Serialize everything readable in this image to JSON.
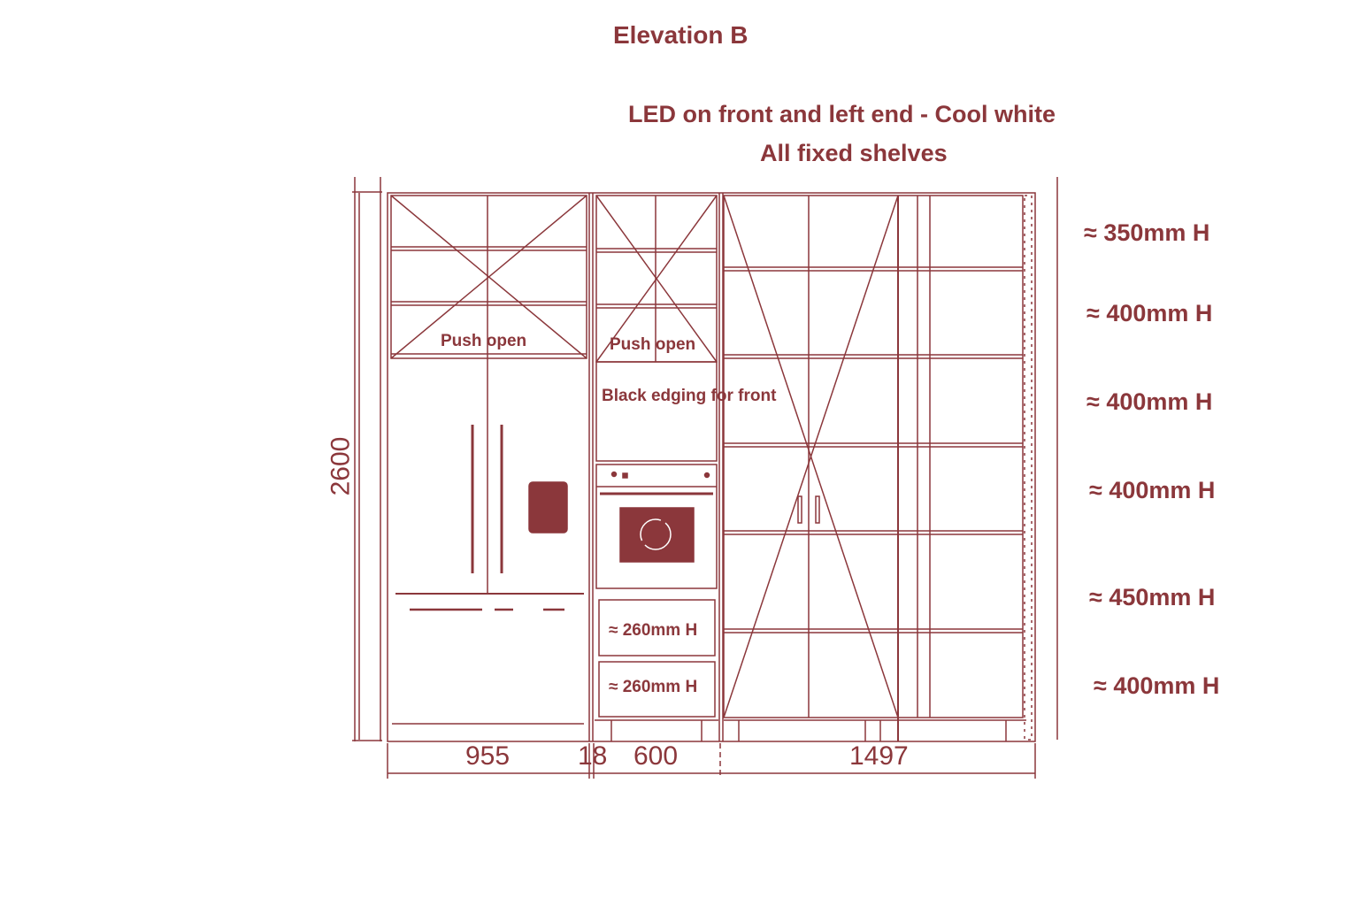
{
  "title": "Elevation B",
  "notes": [
    "LED on front and left end - Cool white",
    "All fixed shelves"
  ],
  "labels": {
    "push_open_left": "Push open",
    "push_open_middle": "Push open",
    "black_edging": "Black edging for front",
    "drawer_1": "≈ 260mm H",
    "drawer_2": "≈ 260mm H"
  },
  "shelf_heights": [
    "≈ 350mm H",
    "≈ 400mm H",
    "≈ 400mm H",
    "≈ 400mm H",
    "≈ 450mm H",
    "≈ 400mm H"
  ],
  "dimensions": {
    "height": "2600",
    "width_left": "955",
    "gap": "18",
    "width_middle": "600",
    "width_right": "1497"
  },
  "colors": {
    "line": "#8b373b"
  }
}
